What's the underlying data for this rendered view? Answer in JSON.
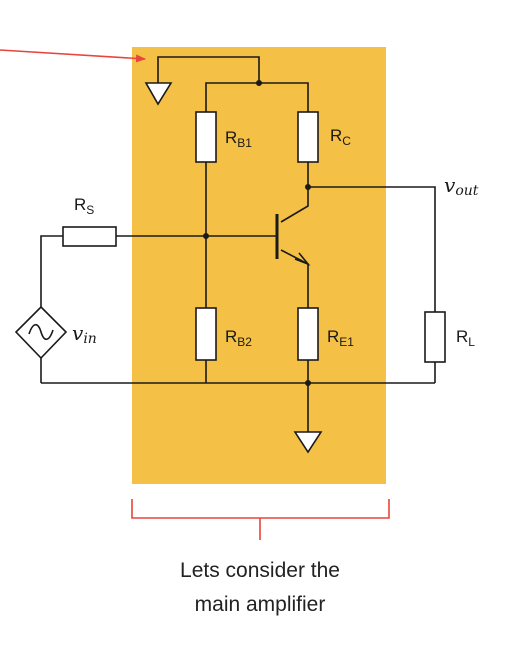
{
  "colors": {
    "highlight": "#f4c045",
    "arrow": "#e8453c",
    "bracket": "#e8453c",
    "wire": "#1a1a1a"
  },
  "labels": {
    "rs_main": "R",
    "rs_sub": "S",
    "rb1_main": "R",
    "rb1_sub": "B1",
    "rc_main": "R",
    "rc_sub": "C",
    "rb2_main": "R",
    "rb2_sub": "B2",
    "re1_main": "R",
    "re1_sub": "E1",
    "rl_main": "R",
    "rl_sub": "L",
    "vin_main": "v",
    "vin_sub": "in",
    "vout_main": "v",
    "vout_sub": "out"
  },
  "icons": {
    "source": "ac-voltage-source-icon",
    "ground": "ground-icon",
    "transistor": "npn-transistor-icon"
  },
  "caption": {
    "line1": "Lets consider the",
    "line2": "main amplifier"
  }
}
